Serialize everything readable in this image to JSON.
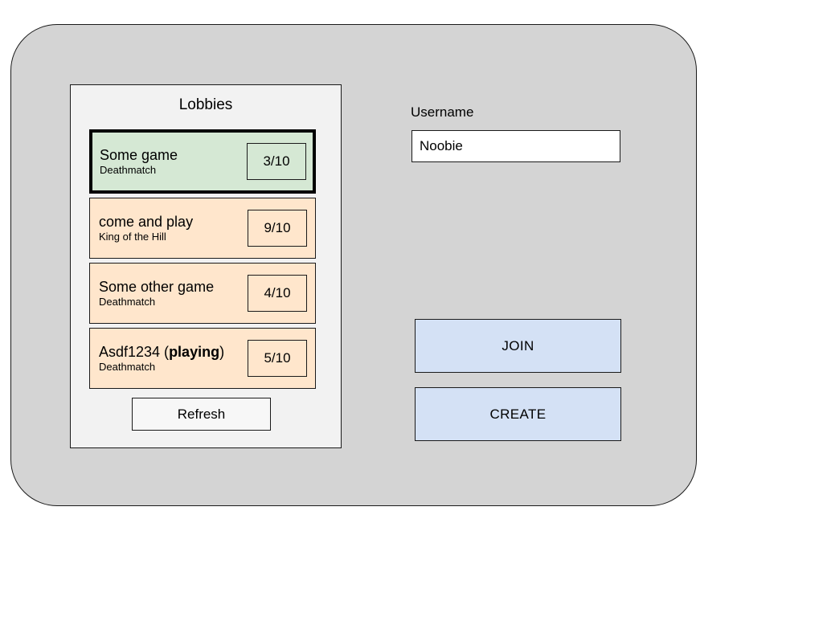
{
  "window": {
    "background_color": "#d4d4d4",
    "border_color": "#1a1a1a"
  },
  "lobbies_panel": {
    "title": "Lobbies",
    "background_color": "#f2f2f2",
    "selected_color": "#d5e8d4",
    "item_color": "#ffe6cc",
    "refresh_label": "Refresh",
    "items": [
      {
        "name_prefix": "Some game",
        "name_bold": "",
        "name_suffix": "",
        "mode": "Deathmatch",
        "count": "3/10",
        "selected": true
      },
      {
        "name_prefix": "come and play",
        "name_bold": "",
        "name_suffix": "",
        "mode": "King of the Hill",
        "count": "9/10",
        "selected": false
      },
      {
        "name_prefix": "Some other game",
        "name_bold": "",
        "name_suffix": "",
        "mode": "Deathmatch",
        "count": "4/10",
        "selected": false
      },
      {
        "name_prefix": "Asdf1234 (",
        "name_bold": "playing",
        "name_suffix": ")",
        "mode": "Deathmatch",
        "count": "5/10",
        "selected": false
      }
    ]
  },
  "controls": {
    "username_label": "Username",
    "username_value": "Noobie",
    "username_placeholder": "",
    "join_label": "JOIN",
    "create_label": "CREATE",
    "button_color": "#d4e1f5"
  }
}
